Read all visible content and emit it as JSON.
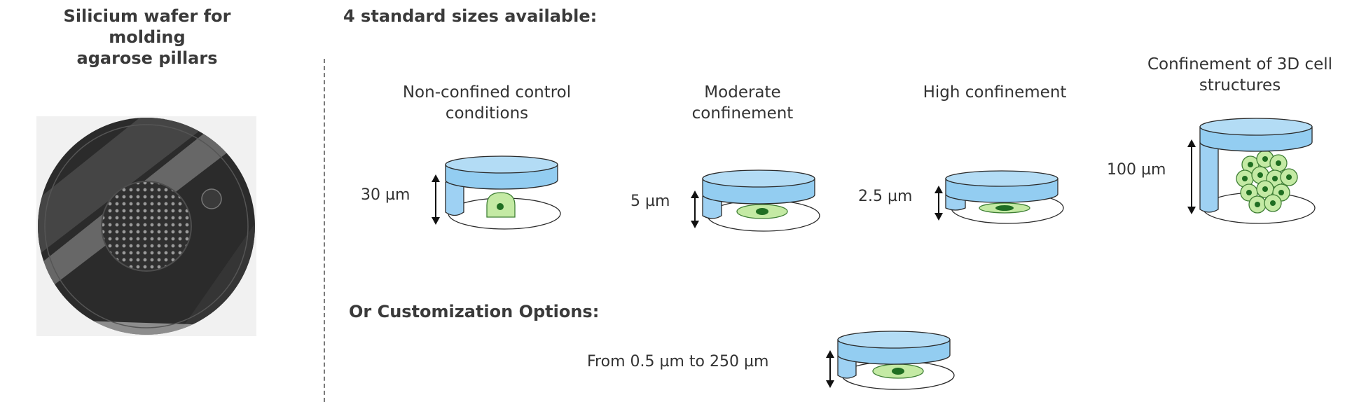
{
  "wafer": {
    "title_line1": "Silicium wafer for molding",
    "title_line2": "agarose pillars"
  },
  "standard": {
    "heading": "4 standard sizes available:",
    "items": [
      {
        "label_line1": "Non-confined control",
        "label_line2": "conditions",
        "height": "30 µm"
      },
      {
        "label_line1": "Moderate",
        "label_line2": "confinement",
        "height": "5 µm"
      },
      {
        "label_line1": "High confinement",
        "label_line2": "",
        "height": "2.5 µm"
      },
      {
        "label_line1": "Confinement of 3D cell",
        "label_line2": "structures",
        "height": "100 µm"
      }
    ]
  },
  "custom": {
    "heading": "Or Customization Options:",
    "range": "From 0.5 µm to 250 µm"
  },
  "colors": {
    "pillar_blue": "#b3dcf5",
    "cell_green": "#c4eaa4",
    "nucleus_green": "#1f6e22"
  }
}
